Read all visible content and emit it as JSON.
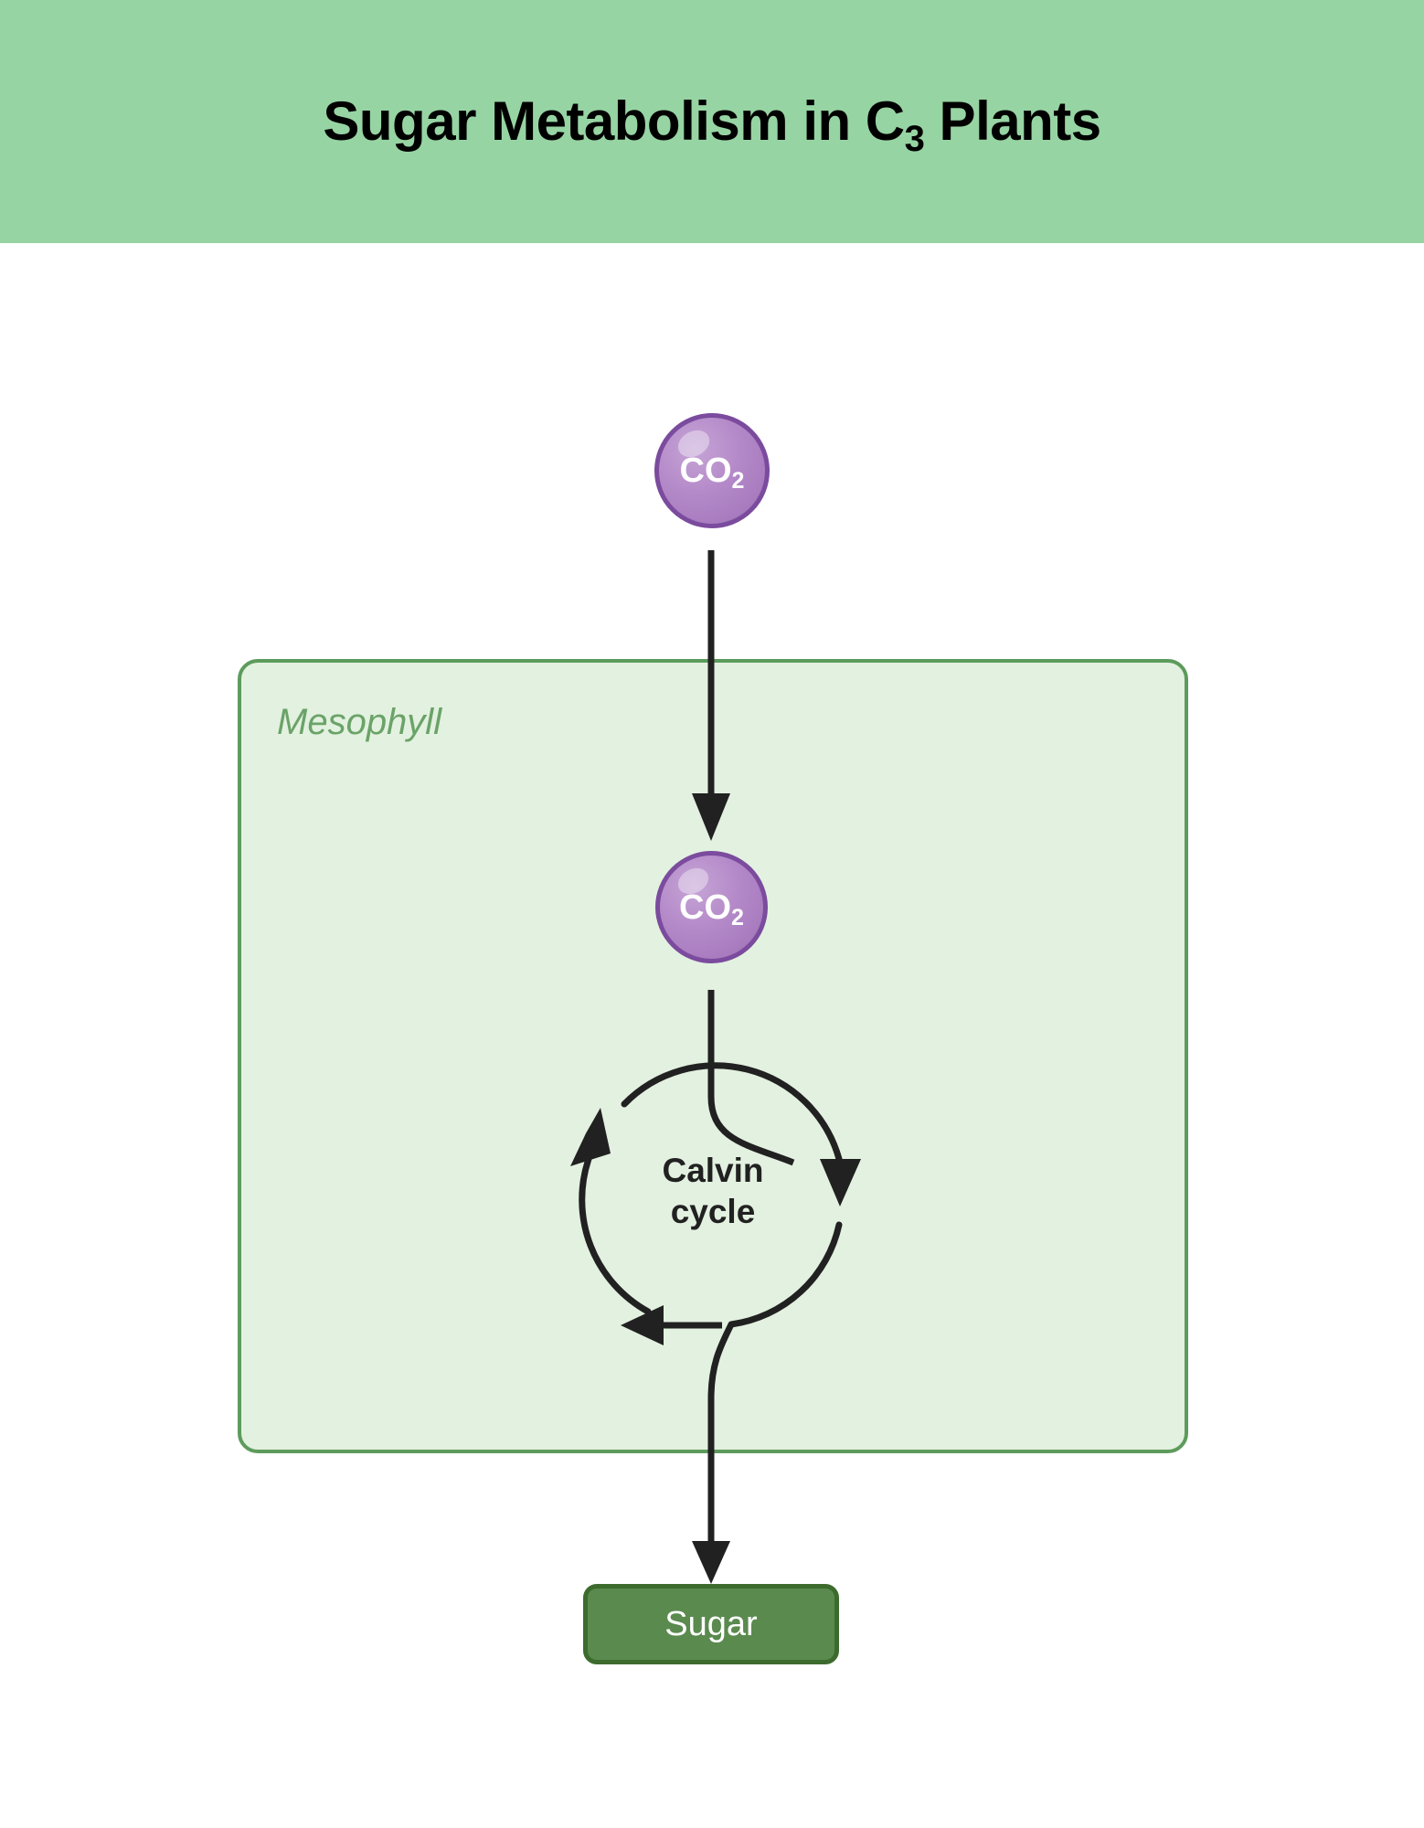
{
  "header": {
    "title_main_1": "Sugar Metabolism in C",
    "title_subscript": "3",
    "title_main_2": " Plants",
    "title_full": "Sugar Metabolism in C3 Plants",
    "band_color": "#97d4a3"
  },
  "diagram": {
    "type": "biological-pathway",
    "compartment": {
      "label": "Mesophyll",
      "fill_color": "#e3f1e0",
      "border_color": "#5d9b5d"
    },
    "molecules": [
      {
        "id": "co2-external",
        "label_main": "CO",
        "label_subscript": "2",
        "label_full": "CO2",
        "location": "outside-cell",
        "fill_color": "#b58ac9",
        "border_color": "#7b4b9e",
        "text_color": "#ffffff"
      },
      {
        "id": "co2-mesophyll",
        "label_main": "CO",
        "label_subscript": "2",
        "label_full": "CO2",
        "location": "mesophyll",
        "fill_color": "#b58ac9",
        "border_color": "#7b4b9e",
        "text_color": "#ffffff"
      }
    ],
    "cycle": {
      "label_line1": "Calvin",
      "label_line2": "cycle",
      "label_full": "Calvin cycle",
      "text_color": "#212121",
      "stroke_color": "#212121",
      "direction": "clockwise"
    },
    "product": {
      "label": "Sugar",
      "fill_color": "#5a8a4e",
      "border_color": "#3d6b2e",
      "text_color": "#ffffff"
    },
    "connectors": [
      {
        "id": "co2-uptake-arrow",
        "from": "co2-external",
        "to": "co2-mesophyll"
      },
      {
        "id": "co2-to-cycle-arrow",
        "from": "co2-mesophyll",
        "to": "calvin-cycle"
      },
      {
        "id": "cycle-to-sugar-arrow",
        "from": "calvin-cycle",
        "to": "sugar"
      }
    ]
  }
}
